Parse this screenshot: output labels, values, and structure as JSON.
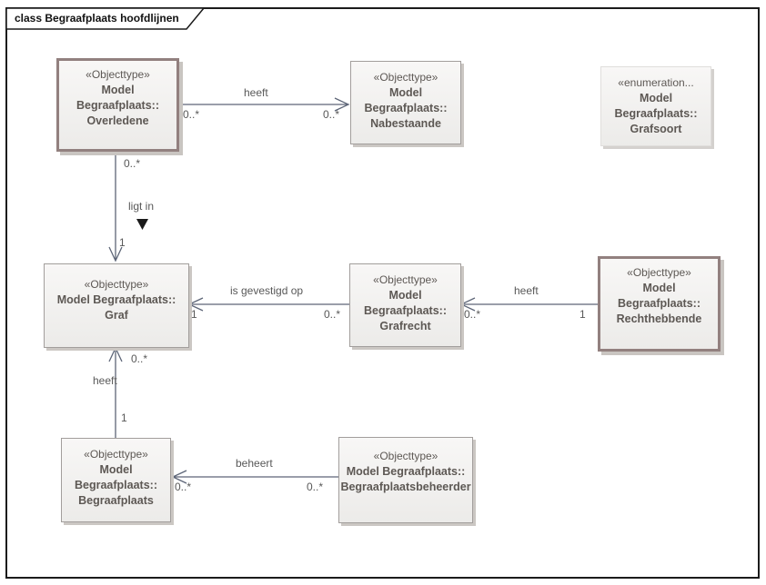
{
  "diagram": {
    "title": "class Begraafplaats hoofdlijnen"
  },
  "classes": [
    {
      "id": "overledene",
      "stereotype": "«Objecttype»",
      "name_lines": [
        "Model",
        "Begraafplaats::",
        "Overledene"
      ],
      "style": "emphasized"
    },
    {
      "id": "nabestaande",
      "stereotype": "«Objecttype»",
      "name_lines": [
        "Model",
        "Begraafplaats::",
        "Nabestaande"
      ],
      "style": "normal"
    },
    {
      "id": "grafsoort",
      "stereotype": "«enumeration...",
      "name_lines": [
        "Model",
        "Begraafplaats::",
        "Grafsoort"
      ],
      "style": "plain"
    },
    {
      "id": "graf",
      "stereotype": "«Objecttype»",
      "name_lines": [
        "Model Begraafplaats::",
        "Graf"
      ],
      "style": "normal"
    },
    {
      "id": "grafrecht",
      "stereotype": "«Objecttype»",
      "name_lines": [
        "Model",
        "Begraafplaats::",
        "Grafrecht"
      ],
      "style": "normal"
    },
    {
      "id": "rechthebbende",
      "stereotype": "«Objecttype»",
      "name_lines": [
        "Model",
        "Begraafplaats::",
        "Rechthebbende"
      ],
      "style": "emphasized"
    },
    {
      "id": "begraafplaats",
      "stereotype": "«Objecttype»",
      "name_lines": [
        "Model",
        "Begraafplaats::",
        "Begraafplaats"
      ],
      "style": "normal"
    },
    {
      "id": "begraafplaatsbeheerder",
      "stereotype": "«Objecttype»",
      "name_lines": [
        "Model Begraafplaats::",
        "Begraafplaatsbeheerder"
      ],
      "style": "normal"
    }
  ],
  "associations": [
    {
      "id": "heeft-overledene-nabestaande",
      "label": "heeft",
      "source": "Overledene",
      "target": "Nabestaande",
      "source_mult": "0..*",
      "target_mult": "0..*"
    },
    {
      "id": "ligt-in",
      "label": "ligt in",
      "source": "Overledene",
      "target": "Graf",
      "source_mult": "0..*",
      "target_mult": "1"
    },
    {
      "id": "is-gevestigd-op",
      "label": "is gevestigd op",
      "source": "Grafrecht",
      "target": "Graf",
      "source_mult": "0..*",
      "target_mult": "1"
    },
    {
      "id": "heeft-rechthebbende-grafrecht",
      "label": "heeft",
      "source": "Rechthebbende",
      "target": "Grafrecht",
      "source_mult": "1",
      "target_mult": "0..*"
    },
    {
      "id": "heeft-begraafplaats-graf",
      "label": "heeft",
      "source": "Begraafplaats",
      "target": "Graf",
      "source_mult": "1",
      "target_mult": "0..*"
    },
    {
      "id": "beheert",
      "label": "beheert",
      "source": "Begraafplaatsbeheerder",
      "target": "Begraafplaats",
      "source_mult": "0..*",
      "target_mult": "0..*"
    }
  ],
  "colors": {
    "frame_border": "#1b1b1b",
    "emphasized_border": "#92807f",
    "normal_border": "#a29e9c",
    "box_fill_top": "#f8f7f6",
    "box_fill_bottom": "#ecebe9",
    "shadow": "#cbc7c3",
    "connector": "#5d6577",
    "box_text": "#5d5854",
    "label_text": "#585858"
  }
}
